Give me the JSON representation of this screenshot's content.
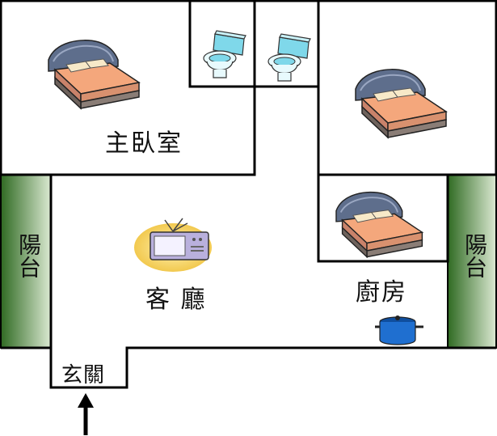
{
  "rooms": {
    "master_bedroom": "主臥室",
    "living_room": "客 廳",
    "kitchen": "廚房",
    "entrance": "玄關"
  },
  "balconies": {
    "left": "陽台",
    "right": "陽台"
  },
  "colors": {
    "wall": "#000000",
    "balcony_dark": "#3f7a2c",
    "balcony_light": "#d8e8cf",
    "bed_sheet": "#f4a77c",
    "toilet": "#7fd8ea",
    "tv_glow": "#f5d46a",
    "pot": "#1f6fd0"
  },
  "icons": [
    "bed-icon",
    "toilet-icon",
    "tv-icon",
    "pot-icon",
    "entrance-arrow-icon"
  ]
}
